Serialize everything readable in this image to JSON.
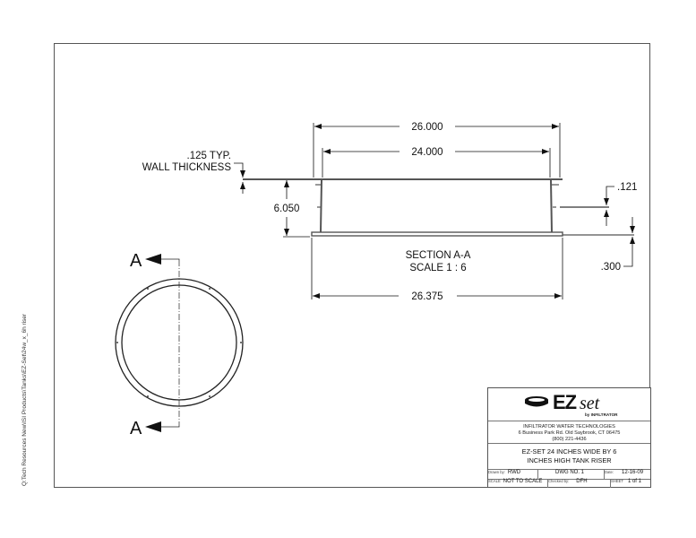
{
  "drawing": {
    "side_path": "Q:Tech Resources New\\ISI Products\\Tanks\\EZ-Set\\24w_x_6h riser",
    "section_marker": "A",
    "section_title": "SECTION A-A",
    "section_scale": "SCALE 1 : 6",
    "dimensions": {
      "overall_top": "26.000",
      "inner": "24.000",
      "flange_bottom": "26.375",
      "height": "6.050",
      "wall_note_line1": ".125 TYP.",
      "wall_note_line2": "WALL THICKNESS",
      "rib": ".121",
      "flange": ".300"
    }
  },
  "title_block": {
    "logo": {
      "brand_main": "EZ",
      "brand_script": "set",
      "byline": "by INFILTRATOR"
    },
    "company": {
      "name": "INFILTRATOR WATER TECHNOLOGIES",
      "address": "6 Business Park Rd.  Old Saybrook, CT 06475",
      "phone": "(800) 221-4436"
    },
    "title_line1": "EZ-SET 24 INCHES WIDE BY 6",
    "title_line2": "INCHES HIGH TANK RISER",
    "drawn_by_label": "Drawn by:",
    "drawn_by": "RWD",
    "dwg_no": "DWG NO. 1",
    "date_label": "Date:",
    "date": "12-16-09",
    "scale_label": "SCALE",
    "scale": "NOT TO SCALE",
    "checked_by_label": "Checked by:",
    "checked_by": "DFH",
    "sheet_label": "SHEET",
    "sheet": "1 of 1"
  }
}
